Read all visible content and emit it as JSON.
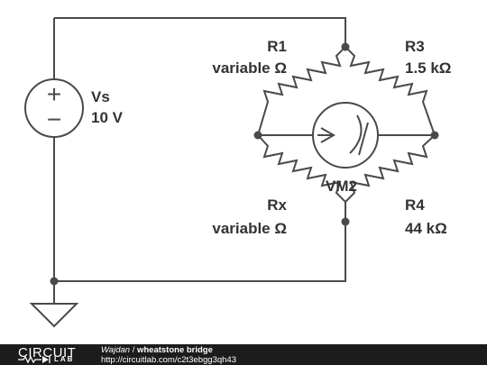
{
  "schematic": {
    "source": {
      "name": "Vs",
      "value": "10 V",
      "plus_symbol": "+",
      "minus_symbol": "−"
    },
    "r1": {
      "name": "R1",
      "value": "variable Ω"
    },
    "r3": {
      "name": "R3",
      "value": "1.5 kΩ"
    },
    "rx": {
      "name": "Rx",
      "value": "variable Ω"
    },
    "r4": {
      "name": "R4",
      "value": "44 kΩ"
    },
    "meter": {
      "name": "VM2"
    }
  },
  "footer": {
    "brand_top": "CIRCUIT",
    "brand_bottom": "LAB",
    "author": "Wajdan",
    "separator": "/",
    "title": "wheatstone bridge",
    "url": "http://circuitlab.com/c2t3ebgg3qh43"
  }
}
